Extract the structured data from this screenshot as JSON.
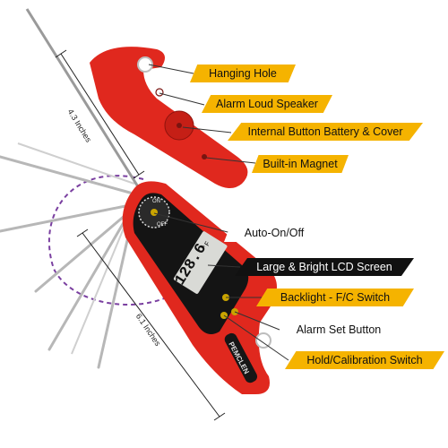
{
  "labels": {
    "hanging_hole": "Hanging Hole",
    "alarm_speaker": "Alarm Loud Speaker",
    "battery_cover": "Internal Button Battery & Cover",
    "magnet": "Built-in Magnet",
    "auto_on_off": "Auto-On/Off",
    "lcd_screen": "Large & Bright LCD Screen",
    "backlight_switch": "Backlight - F/C Switch",
    "alarm_set": "Alarm Set Button",
    "hold_calibration": "Hold/Calibration Switch"
  },
  "dimensions": {
    "handle_length": "4.3 Inches",
    "body_length": "6.1 Inches"
  },
  "device": {
    "brand": "PEMCLEN",
    "lcd_reading": "128.6",
    "lcd_unit": "°F",
    "dial_on": "ON",
    "dial_off": "OFF"
  },
  "colors": {
    "device_red": "#e0281e",
    "label_gold": "#f5b300",
    "label_black": "#111111",
    "arc_purple": "#7a3fa0"
  }
}
